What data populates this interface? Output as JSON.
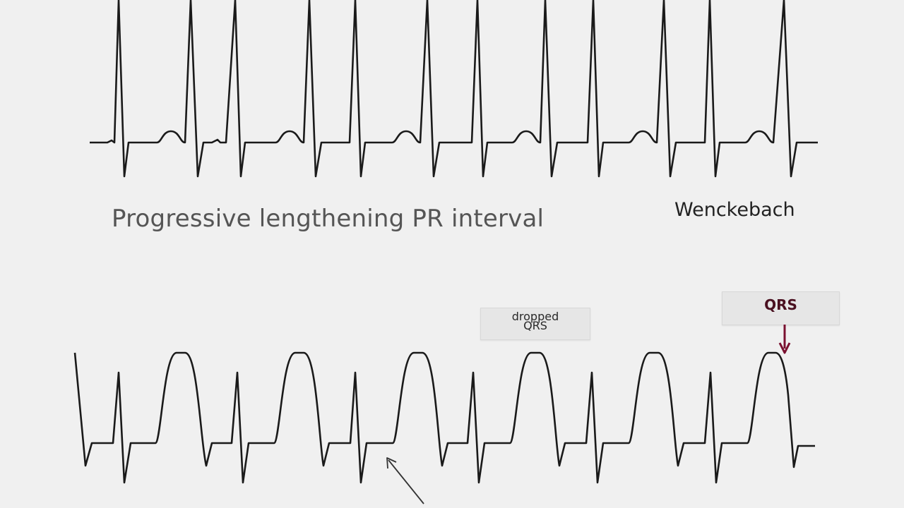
{
  "captions": {
    "main": "Progressive lengthening PR interval",
    "rhythm_name": "Wenckebach"
  },
  "labels": {
    "dropped_line1": "dropped",
    "dropped_line2": "QRS",
    "qrs_line1": "QRS",
    "qrs_line2": ""
  },
  "colors": {
    "background": "#f0f0f0",
    "trace": "#1a1a1a",
    "accent_arrow": "#7a1030",
    "pointer_arrow": "#333333"
  }
}
